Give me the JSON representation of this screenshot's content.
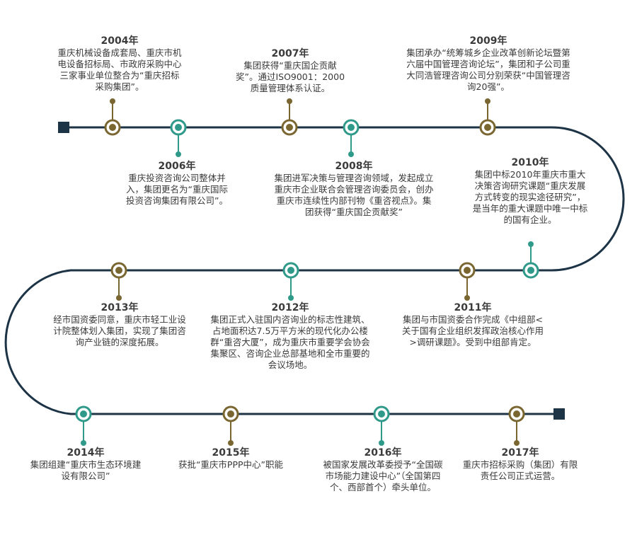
{
  "colors": {
    "line": "#1d3346",
    "gold": "#7a6630",
    "teal": "#2f9a8a"
  },
  "events": [
    {
      "id": "2004",
      "year": "2004年",
      "text": "重庆机械设备成套局、重庆市机电设备招标局、市政府采购中心三家事业单位整合为“重庆招标采购集团”。",
      "tone": "gold"
    },
    {
      "id": "2006",
      "year": "2006年",
      "text": "重庆投资咨询公司整体并入，集团更名为“重庆国际投资咨询集团有限公司”。",
      "tone": "teal"
    },
    {
      "id": "2007",
      "year": "2007年",
      "text": "集团获得“重庆国企贡献奖”。通过ISO9001：2000质量管理体系认证。",
      "tone": "gold"
    },
    {
      "id": "2008",
      "year": "2008年",
      "text": "集团进军决策与管理咨询领域，发起成立重庆市企业联合会管理咨询委员会，创办重庆市连续性内部刊物《重咨视点》。集团获得“重庆国企贡献奖”",
      "tone": "teal"
    },
    {
      "id": "2009",
      "year": "2009年",
      "text": "集团承办“统筹城乡企业改革创新论坛暨第六届中国管理咨询论坛”，集团和子公司重大同浩管理咨询公司分别荣获“中国管理咨询20强”。",
      "tone": "gold"
    },
    {
      "id": "2010",
      "year": "2010年",
      "text": "集团中标2010年重庆市重大决策咨询研究课题“重庆发展方式转变的现实途径研究”，是当年的重大课题中唯一中标的国有企业。",
      "tone": "teal"
    },
    {
      "id": "2011",
      "year": "2011年",
      "text": "集团与市国资委合作完成《中组部<关于国有企业组织发挥政治核心作用>调研课题》。受到中组部肯定。",
      "tone": "gold"
    },
    {
      "id": "2012",
      "year": "2012年",
      "text": "集团正式入驻国内咨询业的标志性建筑、占地面积达7.5万平方米的现代化办公楼群“重咨大厦”，成为重庆市重要学会协会集聚区、咨询企业总部基地和全市重要的会议场地。",
      "tone": "teal"
    },
    {
      "id": "2013",
      "year": "2013年",
      "text": "经市国资委同意，重庆市轻工业设计院整体划入集团，实现了集团咨询产业链的深度拓展。",
      "tone": "gold"
    },
    {
      "id": "2014",
      "year": "2014年",
      "text": "集团组建“重庆市生态环境建设有限公司”",
      "tone": "teal"
    },
    {
      "id": "2015",
      "year": "2015年",
      "text": "获批“重庆市PPP中心”职能",
      "tone": "gold"
    },
    {
      "id": "2016",
      "year": "2016年",
      "text": "被国家发展改革委授予“全国碳市场能力建设中心”（全国第四个、西部首个）牵头单位。",
      "tone": "teal"
    },
    {
      "id": "2017",
      "year": "2017年",
      "text": "重庆市招标采购（集团）有限责任公司正式运营。",
      "tone": "gold"
    }
  ]
}
